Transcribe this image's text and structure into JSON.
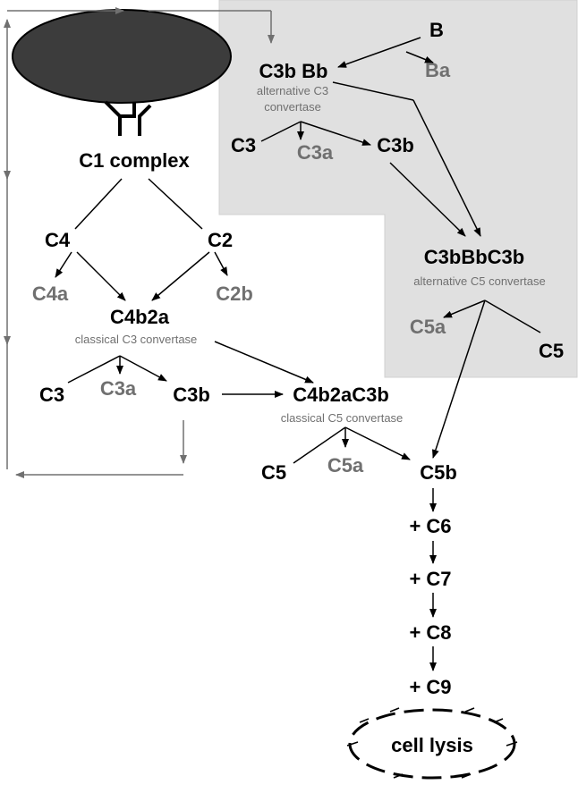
{
  "colors": {
    "shaded_region": "#e0e0e0",
    "product_grey": "#707070",
    "cell": "#3c3c3c"
  },
  "nodes": {
    "b": "B",
    "c3bbb": "C3b Bb",
    "ba": "Ba",
    "alt_c3_conv": "alternative C3",
    "alt_c3_conv2": "convertase",
    "alt_c3": "C3",
    "alt_c3a": "C3a",
    "alt_c3b": "C3b",
    "c1": "C1 complex",
    "c4": "C4",
    "c2": "C2",
    "c4a": "C4a",
    "c2b": "C2b",
    "c4b2a": "C4b2a",
    "cl_c3_conv": "classical C3 convertase",
    "cl_c3": "C3",
    "cl_c3a": "C3a",
    "cl_c3b": "C3b",
    "c3bbbc3b": "C3bBbC3b",
    "alt_c5_conv": "alternative C5 convertase",
    "alt_c5a": "C5a",
    "alt_c5": "C5",
    "c4b2ac3b": "C4b2aC3b",
    "cl_c5_conv": "classical C5 convertase",
    "cl_c5": "C5",
    "cl_c5a": "C5a",
    "c5b": "C5b",
    "c6": "+ C6",
    "c7": "+ C7",
    "c8": "+ C8",
    "c9": "+ C9",
    "lysis": "cell lysis"
  }
}
